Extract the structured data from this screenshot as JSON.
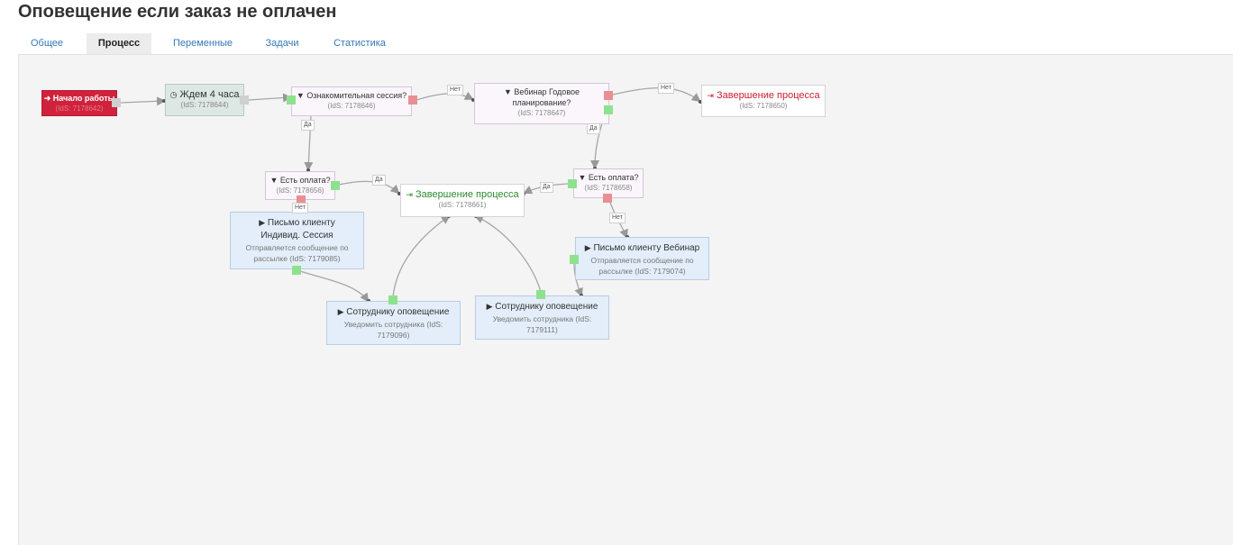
{
  "page": {
    "title": "Оповещение если заказ не оплачен"
  },
  "tabs": [
    {
      "label": "Общее",
      "active": false
    },
    {
      "label": "Процесс",
      "active": true
    },
    {
      "label": "Переменные",
      "active": false
    },
    {
      "label": "Задачи",
      "active": false
    },
    {
      "label": "Статистика",
      "active": false
    }
  ],
  "nodes": {
    "start": {
      "title": "Начало работы",
      "sub": "(IdS: 7178642)"
    },
    "wait": {
      "title": "Ждем 4 часа",
      "sub": "(IdS: 7178644)"
    },
    "intro_check": {
      "title": "Ознакомительная сессия?",
      "sub": "(IdS: 7178646)"
    },
    "webinar_check": {
      "title": "Вебинар Годовое планирование?",
      "sub": "(IdS: 7178647)"
    },
    "end_top": {
      "title": "Завершение процесса",
      "sub": "(IdS: 7178650)"
    },
    "pay_check_left": {
      "title": "Есть оплата?",
      "sub": "(IdS: 7178656)"
    },
    "end_mid": {
      "title": "Завершение процесса",
      "sub": "(IdS: 7178661)"
    },
    "pay_check_right": {
      "title": "Есть оплата?",
      "sub": "(IdS: 7178658)"
    },
    "letter_individual": {
      "title": "Письмо клиенту Индивид. Сессия",
      "sub": "Отправляется сообщение по рассылке (IdS: 7179085)"
    },
    "letter_webinar": {
      "title": "Письмо клиенту Вебинар",
      "sub": "Отправляется сообщение по рассылке (IdS: 7179074)"
    },
    "staff_left": {
      "title": "Сотруднику оповещение",
      "sub": "Уведомить сотрудника (IdS: 7179096)"
    },
    "staff_right": {
      "title": "Сотруднику оповещение",
      "sub": "Уведомить сотрудника (IdS: 7179111)"
    }
  },
  "labels": {
    "no": "Нет",
    "yes": "Да"
  },
  "colors": {
    "start_bg": "#d0223c",
    "end_red": "#c9202f",
    "end_green": "#2e8b2e",
    "action_bg": "#e3eefa",
    "cond_bg": "#faf6fb",
    "wait_bg": "#dde7e3"
  }
}
